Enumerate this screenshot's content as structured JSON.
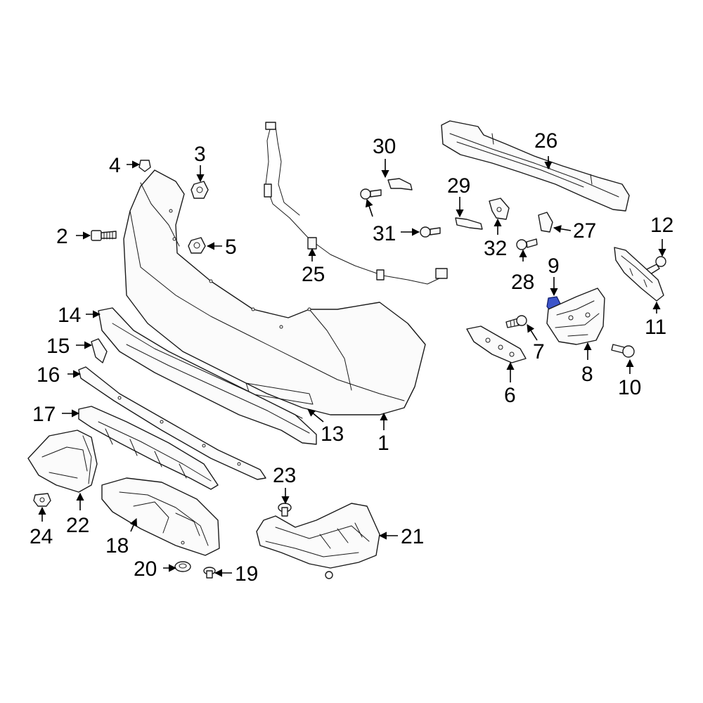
{
  "diagram": {
    "highlight_color": "#3d55c9",
    "callouts": [
      {
        "id": "1",
        "label": "1"
      },
      {
        "id": "2",
        "label": "2"
      },
      {
        "id": "3",
        "label": "3"
      },
      {
        "id": "4",
        "label": "4"
      },
      {
        "id": "5",
        "label": "5"
      },
      {
        "id": "6",
        "label": "6"
      },
      {
        "id": "7",
        "label": "7"
      },
      {
        "id": "8",
        "label": "8"
      },
      {
        "id": "9",
        "label": "9"
      },
      {
        "id": "10",
        "label": "10"
      },
      {
        "id": "11",
        "label": "11"
      },
      {
        "id": "12",
        "label": "12"
      },
      {
        "id": "13",
        "label": "13"
      },
      {
        "id": "14",
        "label": "14"
      },
      {
        "id": "15",
        "label": "15"
      },
      {
        "id": "16",
        "label": "16"
      },
      {
        "id": "17",
        "label": "17"
      },
      {
        "id": "18",
        "label": "18"
      },
      {
        "id": "19",
        "label": "19"
      },
      {
        "id": "20",
        "label": "20"
      },
      {
        "id": "21",
        "label": "21"
      },
      {
        "id": "22",
        "label": "22"
      },
      {
        "id": "23",
        "label": "23"
      },
      {
        "id": "24",
        "label": "24"
      },
      {
        "id": "25",
        "label": "25"
      },
      {
        "id": "26",
        "label": "26"
      },
      {
        "id": "27",
        "label": "27"
      },
      {
        "id": "28",
        "label": "28"
      },
      {
        "id": "29",
        "label": "29"
      },
      {
        "id": "30",
        "label": "30"
      },
      {
        "id": "31",
        "label": "31"
      },
      {
        "id": "32",
        "label": "32"
      }
    ]
  }
}
